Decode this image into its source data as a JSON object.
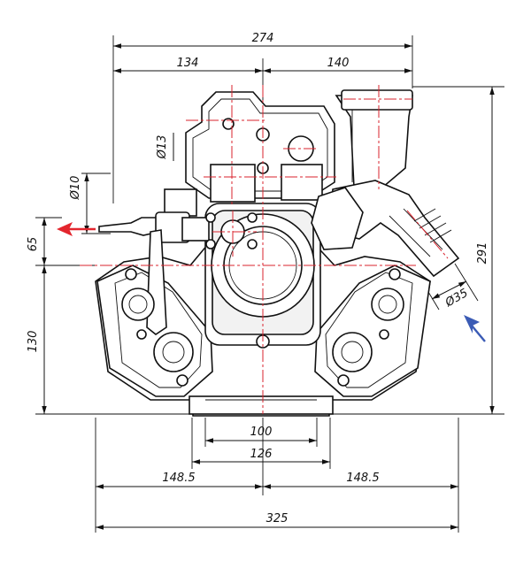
{
  "drawing": {
    "dimensions": {
      "overall_top_width": "274",
      "left_half_top": "134",
      "right_half_top": "140",
      "total_height": "291",
      "outlet_diameter": "Ø13",
      "inlet_diameter": "Ø10",
      "pressure_height": "65",
      "base_height": "130",
      "suction_diameter": "Ø35",
      "base_inner_width": "100",
      "base_outer_width": "126",
      "half_width_left": "148.5",
      "half_width_right": "148.5",
      "overall_width": "325"
    },
    "colors": {
      "line": "#111111",
      "centerline": "#d9232d",
      "outflow_arrow": "#e3262e",
      "inflow_arrow": "#3b5bb5"
    },
    "icons": [
      "outflow-arrow",
      "inflow-arrow"
    ]
  }
}
